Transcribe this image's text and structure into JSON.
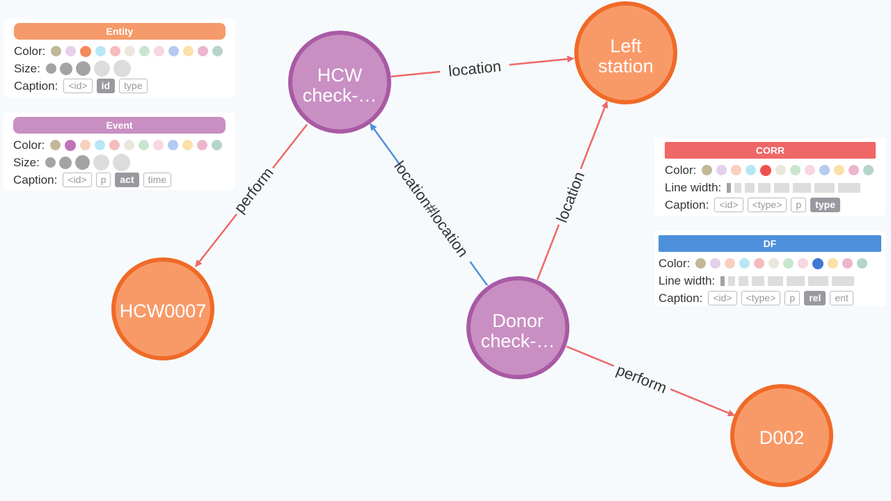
{
  "legend": {
    "labels": {
      "color": "Color:",
      "size": "Size:",
      "caption": "Caption:",
      "line_width": "Line width:"
    },
    "entity": {
      "title": "Entity",
      "header_color": "#f59a6a",
      "palette": [
        "#c2b898",
        "#e5d0ea",
        "#f4895a",
        "#b9e6f4",
        "#f6bcbc",
        "#ebe7dc",
        "#c8e6cf",
        "#f6d7e2",
        "#b4caf2",
        "#fbe0a9",
        "#ecb6cd",
        "#b7d4c8"
      ],
      "selected_color": 2,
      "caption_options": [
        "<id>",
        "id",
        "type"
      ],
      "caption_selected": 1
    },
    "event": {
      "title": "Event",
      "header_color": "#c98fc3",
      "palette": [
        "#c2b898",
        "#c271bc",
        "#f8d0bd",
        "#b9e6f4",
        "#f6bcbc",
        "#ebe7dc",
        "#c8e6cf",
        "#f6d7e2",
        "#b4caf2",
        "#fbe0a9",
        "#ecb6cd",
        "#b7d4c8"
      ],
      "selected_color": 1,
      "caption_options": [
        "<id>",
        "p",
        "act",
        "time"
      ],
      "caption_selected": 2
    },
    "corr": {
      "title": "CORR",
      "header_color": "#ef6767",
      "palette": [
        "#c2b898",
        "#e5d0ea",
        "#f8d0bd",
        "#b9e6f4",
        "#ef4f4f",
        "#ebe7dc",
        "#c8e6cf",
        "#f6d7e2",
        "#b4caf2",
        "#fbe0a9",
        "#ecb6cd",
        "#b7d4c8"
      ],
      "selected_color": 4,
      "caption_options": [
        "<id>",
        "<type>",
        "p",
        "type"
      ],
      "caption_selected": 3
    },
    "df": {
      "title": "DF",
      "header_color": "#4f90dc",
      "palette": [
        "#c2b898",
        "#e5d0ea",
        "#f8d0bd",
        "#b9e6f4",
        "#f6bcbc",
        "#ebe7dc",
        "#c8e6cf",
        "#f6d7e2",
        "#3c7ad2",
        "#fbe0a9",
        "#ecb6cd",
        "#b7d4c8"
      ],
      "selected_color": 8,
      "caption_options": [
        "<id>",
        "<type>",
        "p",
        "rel",
        "ent"
      ],
      "caption_selected": 3
    }
  },
  "graph": {
    "colors": {
      "entity_fill": "#f89a68",
      "entity_stroke": "#f06a28",
      "event_fill": "#c98fc3",
      "event_stroke": "#a85aa4",
      "corr": "#ef6767",
      "df": "#4f90dc"
    },
    "nodes": {
      "hcw_check": {
        "label_line1": "HCW",
        "label_line2": "check-…"
      },
      "left_station": {
        "label_line1": "Left",
        "label_line2": "station"
      },
      "hcw0007": {
        "label": "HCW0007"
      },
      "donor_check": {
        "label_line1": "Donor",
        "label_line2": "check-…"
      },
      "d002": {
        "label": "D002"
      }
    },
    "edges": {
      "hcw_location": "location",
      "hcw_perform": "perform",
      "donor_location": "location",
      "location_location": "location#location",
      "donor_perform": "perform"
    }
  }
}
